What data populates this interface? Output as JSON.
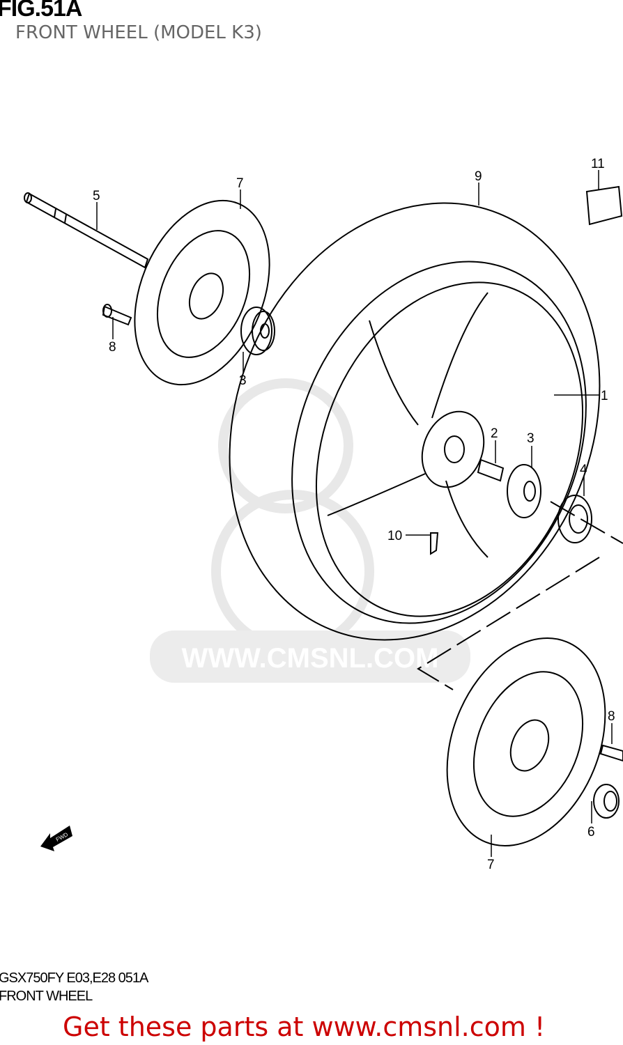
{
  "header": {
    "figure": "FIG.51A",
    "subtitle": "FRONT WHEEL (MODEL K3)"
  },
  "footer": {
    "model_code": "GSX750FY E03,E28 051A",
    "section": "FRONT WHEEL",
    "promo": "Get these parts at www.cmsnl.com !"
  },
  "watermark": "WWW.CMSNL.COM",
  "direction_label": "FWD",
  "callouts": [
    "1",
    "2",
    "3",
    "3",
    "4",
    "5",
    "6",
    "7",
    "7",
    "8",
    "8",
    "9",
    "10",
    "11"
  ],
  "colors": {
    "promo": "#cc0000",
    "subtitle": "#666666",
    "watermark": "#e6e6e6"
  }
}
